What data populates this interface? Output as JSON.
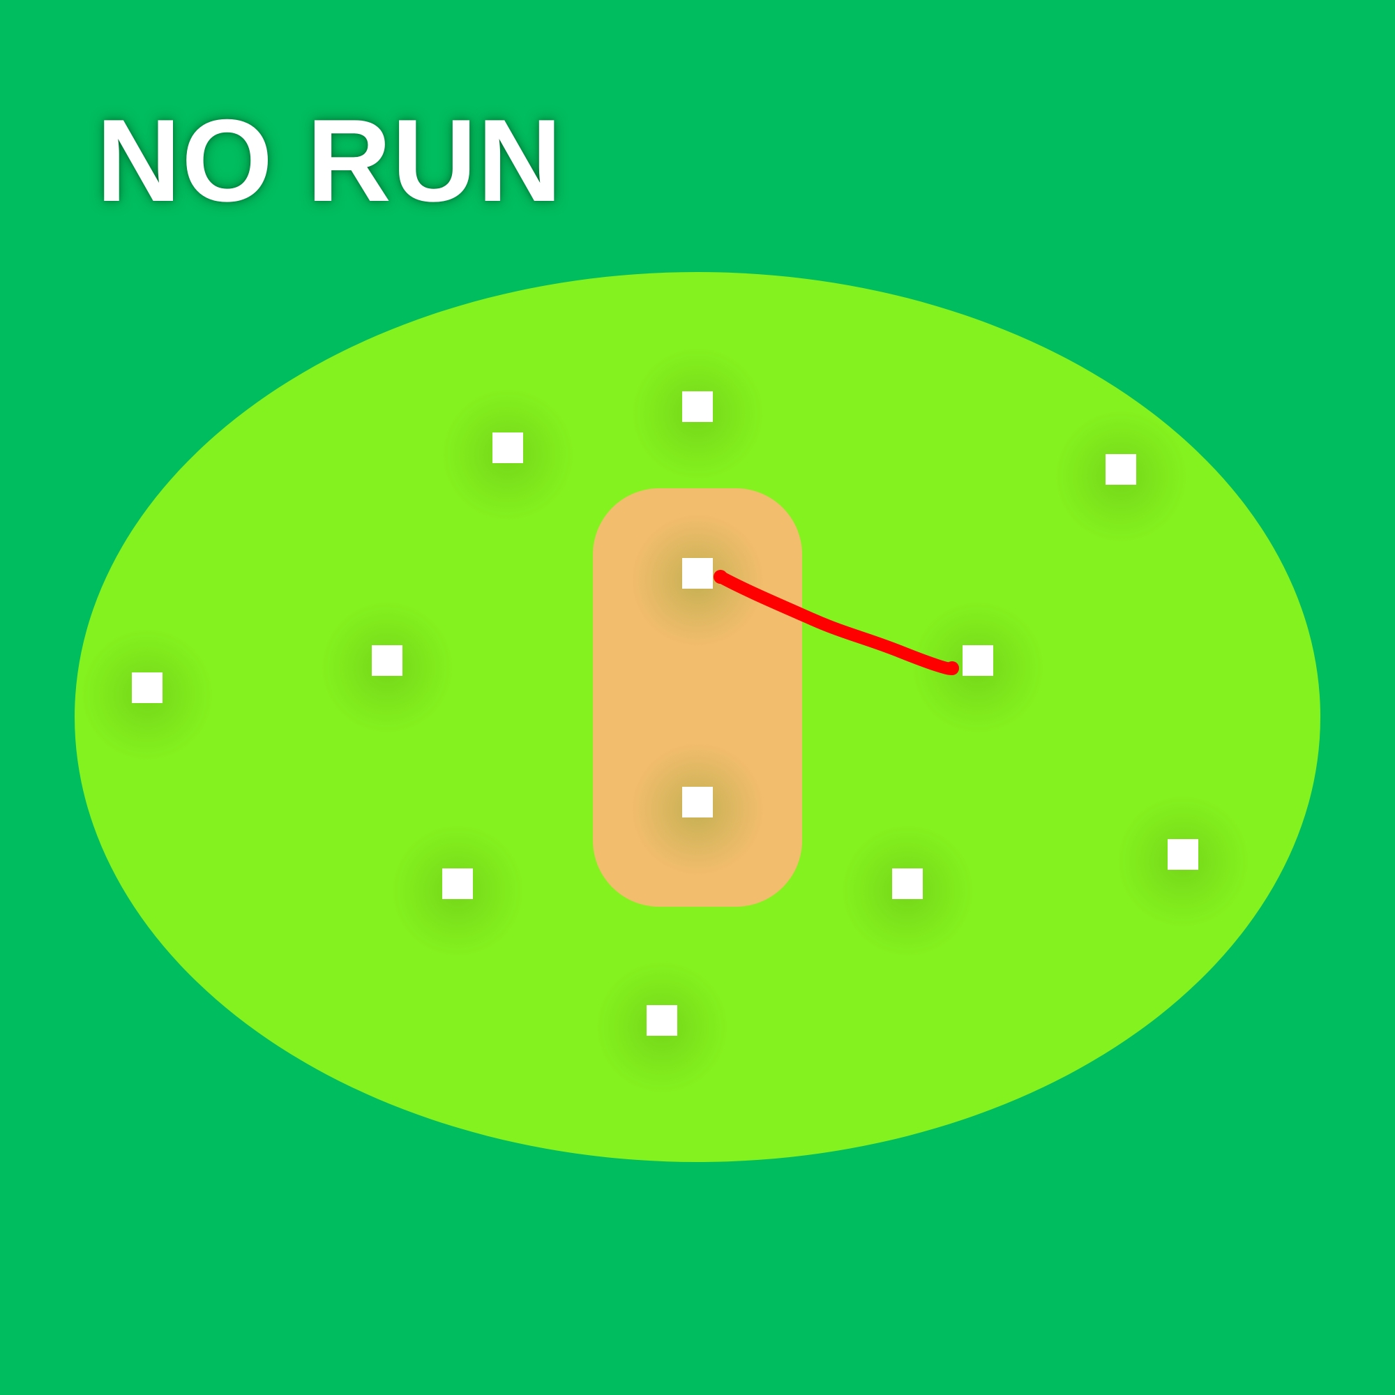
{
  "result": {
    "label": "NO RUN"
  },
  "colors": {
    "ground": "#00BD5F",
    "field": "#84F21E",
    "pitch": "#F2BD6D",
    "player": "#FFFFFF",
    "shot_path": "#FF0000"
  },
  "players": [
    {
      "id": "player-1"
    },
    {
      "id": "player-2"
    },
    {
      "id": "player-3"
    },
    {
      "id": "player-4"
    },
    {
      "id": "player-5"
    },
    {
      "id": "player-6"
    },
    {
      "id": "player-7"
    },
    {
      "id": "player-8"
    },
    {
      "id": "player-9"
    },
    {
      "id": "player-10"
    },
    {
      "id": "player-11"
    },
    {
      "id": "player-12"
    },
    {
      "id": "player-13"
    }
  ]
}
